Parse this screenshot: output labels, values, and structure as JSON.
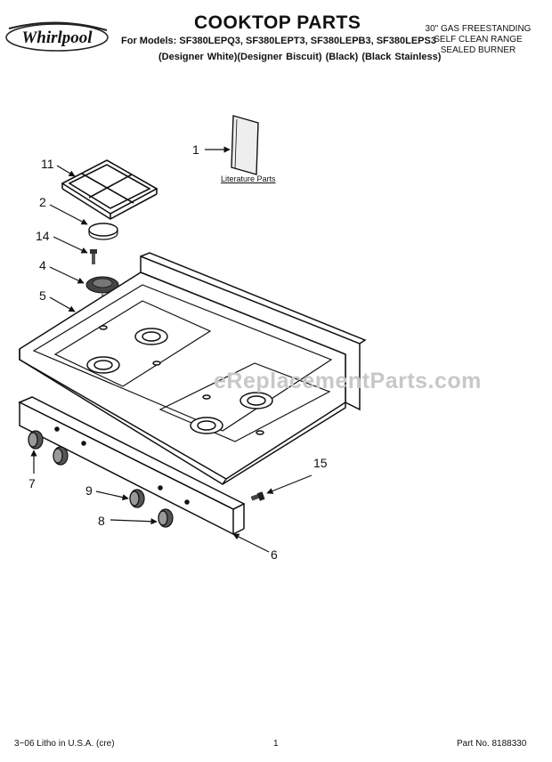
{
  "header": {
    "brand": "Whirlpool",
    "title": "COOKTOP PARTS",
    "models_line": "For Models: SF380LEPQ3, SF380LEPT3, SF380LEPB3, SF380LEPS3",
    "variants_line": "(Designer White)(Designer Biscuit)  (Black)     (Black Stainless)",
    "subtitle_lines": [
      "30\" GAS FREESTANDING",
      "SELF CLEAN RANGE",
      "SEALED BURNER"
    ]
  },
  "diagram": {
    "literature_label": "Literature Parts",
    "callouts": [
      "1",
      "11",
      "2",
      "14",
      "4",
      "5",
      "15",
      "7",
      "9",
      "8",
      "6"
    ],
    "watermark": "eReplacementParts.com"
  },
  "footer": {
    "litho": "3−06 Litho in U.S.A. (cre)",
    "page": "1",
    "part_no": "Part No. 8188330"
  }
}
